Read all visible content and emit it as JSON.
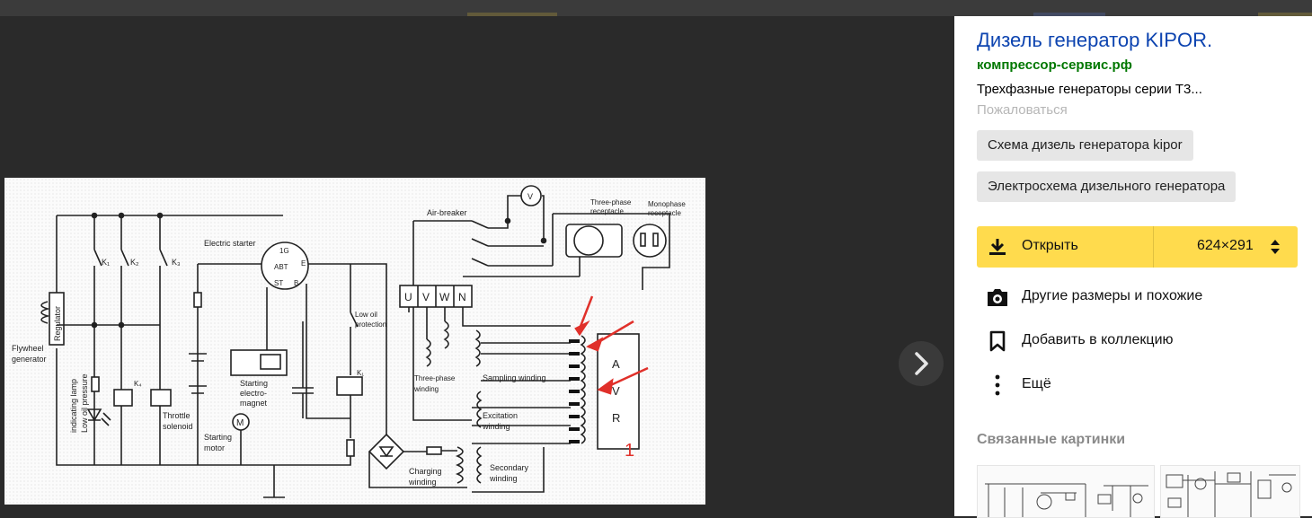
{
  "panel": {
    "title": "Дизель генератор KIPOR.",
    "source": "компрессор-сервис.рф",
    "description": "Трехфазные генераторы серии Т3...",
    "report": "Пожаловаться",
    "tags": [
      "Схема дизель генератора kipor",
      "Электросхема дизельного генератора"
    ],
    "open_label": "Открыть",
    "size": "624×291",
    "actions": {
      "other_sizes": "Другие размеры и похожие",
      "add_collection": "Добавить в коллекцию",
      "more": "Ещё"
    },
    "related_title": "Связанные картинки"
  },
  "diagram": {
    "labels": {
      "regulator": "Regulator",
      "flywheel": "Flywheel",
      "generator": "generator",
      "k1": "K₁",
      "k2": "K₂",
      "k3": "K₃",
      "k4": "K₄",
      "electric_starter": "Electric starter",
      "starter_1g": "1G",
      "starter_abt": "ABT",
      "starter_e": "E",
      "starter_st": "ST",
      "starter_b": "B",
      "low_oil_protection_1": "Low oil",
      "low_oil_protection_2": "protection",
      "low_oil_lamp_1": "Low oil pressure",
      "low_oil_lamp_2": "indicating lamp",
      "throttle_1": "Throttle",
      "throttle_2": "solenoid",
      "starting_magnet_1": "Starting",
      "starting_magnet_2": "electro-",
      "starting_magnet_3": "magnet",
      "starting_motor_1": "Starting",
      "starting_motor_2": "motor",
      "motor_m": "M",
      "air_breaker": "Air-breaker",
      "voltmeter": "V",
      "three_phase_receptacle_1": "Three-phase",
      "three_phase_receptacle_2": "receptacle",
      "monophase_receptacle_1": "Monophase",
      "monophase_receptacle_2": "receptacle",
      "term_u": "U",
      "term_v": "V",
      "term_w": "W",
      "term_n": "N",
      "three_phase_winding_1": "Three-phase",
      "three_phase_winding_2": "winding",
      "sampling_winding": "Sampling winding",
      "excitation_winding_1": "Excitation",
      "excitation_winding_2": "winding",
      "charging_winding_1": "Charging",
      "charging_winding_2": "winding",
      "secondary_winding_1": "Secondary",
      "secondary_winding_2": "winding",
      "avr_a": "A",
      "avr_v": "V",
      "avr_r": "R",
      "annotation": "1"
    }
  },
  "colors": {
    "link": "#0d44b0",
    "source": "#007700",
    "button": "#ffdb4d",
    "annotation": "#e0302a"
  }
}
